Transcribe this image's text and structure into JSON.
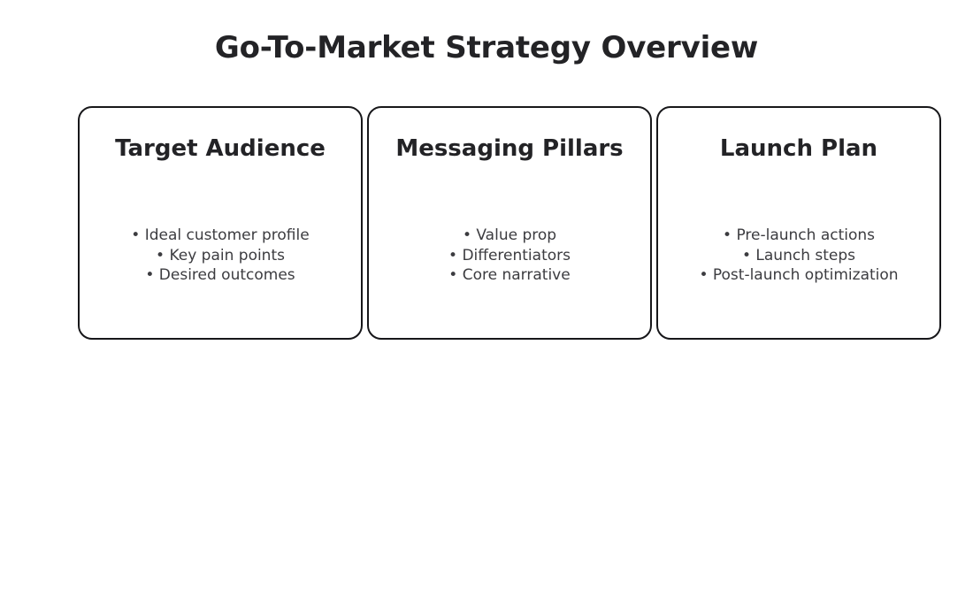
{
  "slide": {
    "title": "Go-To-Market Strategy Overview",
    "background_color": "#ffffff",
    "title_color": "#232326",
    "card_border_color": "#17171a",
    "card_background_color": "#ffffff",
    "bullet_text_color": "#3c3c40",
    "bullet_marker": "•",
    "cards": [
      {
        "title": "Target Audience",
        "bullets": [
          "Ideal customer profile",
          "Key pain points",
          "Desired outcomes"
        ]
      },
      {
        "title": "Messaging Pillars",
        "bullets": [
          "Value prop",
          "Differentiators",
          "Core narrative"
        ]
      },
      {
        "title": "Launch Plan",
        "bullets": [
          "Pre-launch actions",
          "Launch steps",
          "Post-launch optimization"
        ]
      }
    ]
  }
}
